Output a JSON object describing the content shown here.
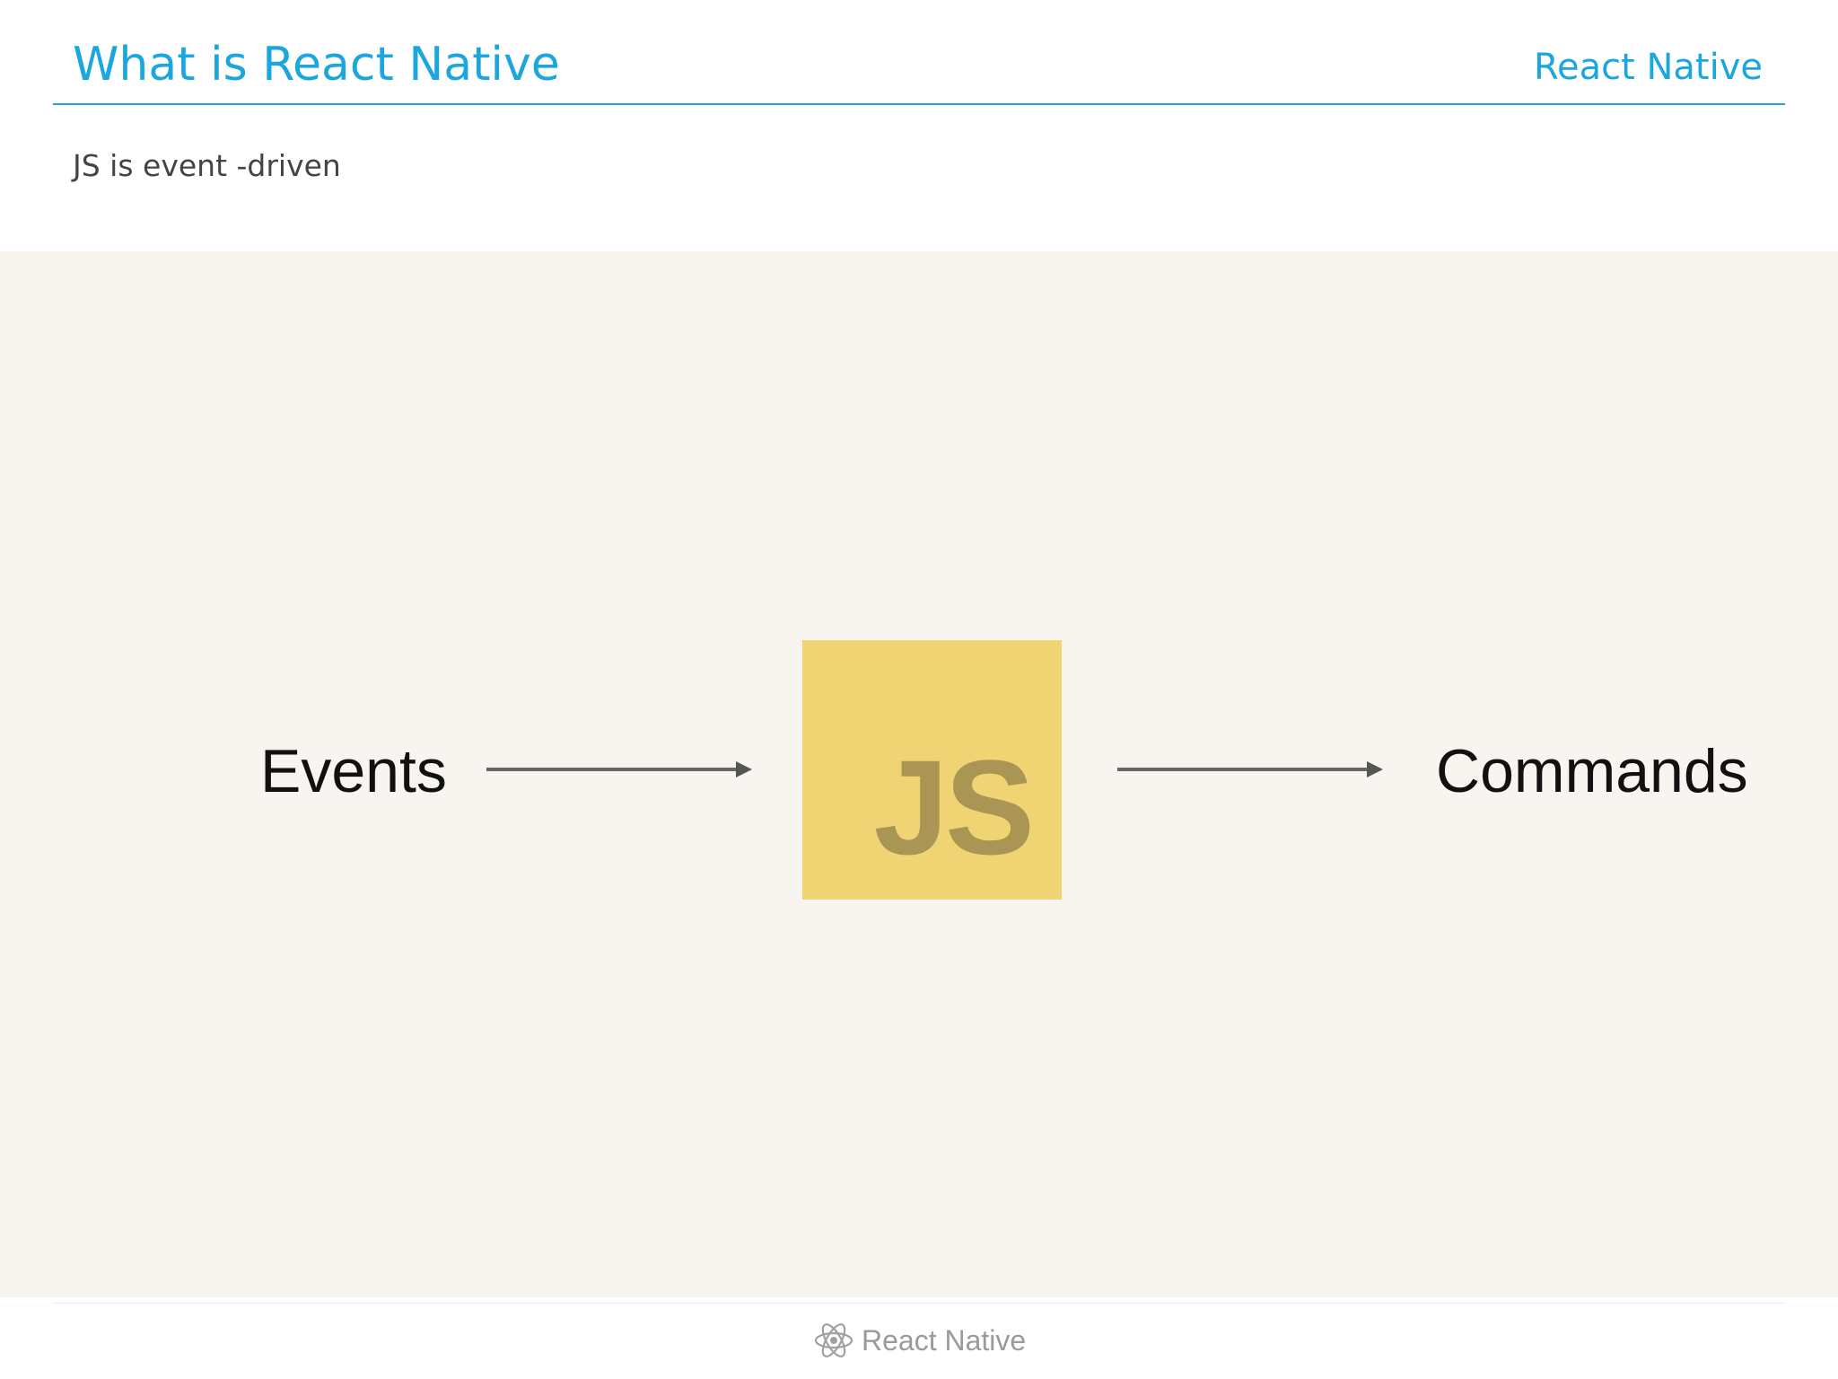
{
  "slide": {
    "title": "What is React Native",
    "brand": "React Native",
    "subtitle": "JS is event -driven",
    "accent_color": "#1ba6dd"
  },
  "diagram": {
    "input_label": "Events",
    "center_label": "JS",
    "output_label": "Commands",
    "center_color": "#f0d473",
    "arrow_color": "#666666"
  },
  "footer": {
    "logo_icon": "react-atom-icon",
    "label": "React Native"
  }
}
